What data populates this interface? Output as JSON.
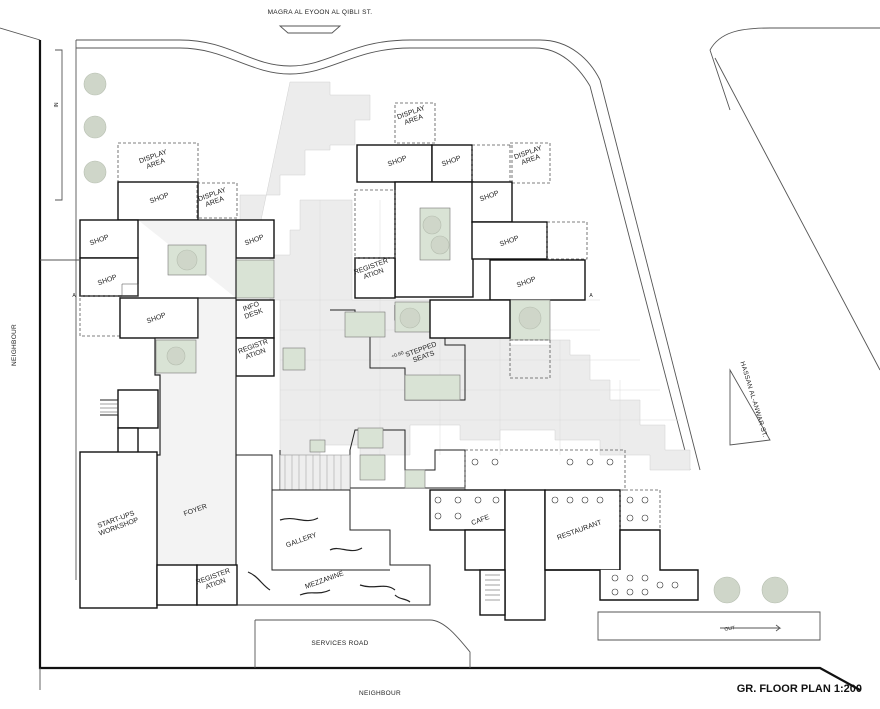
{
  "streets": {
    "north": "MAGRA AL EYOON AL QIBLI ST.",
    "east": "HASSAN AL-ANWAR ST.",
    "west": "NEIGHBOUR",
    "south": "NEIGHBOUR",
    "services_road": "SERVICES ROAD",
    "entrance_in": "IN",
    "exit_out": "OUT"
  },
  "section_marks": {
    "left": "A",
    "right": "A"
  },
  "rooms": {
    "display_area_1": "DISPLAY\nAREA",
    "display_area_2": "DISPLAY\nAREA",
    "display_area_3": "DISPLAY\nAREA",
    "display_area_4": "DISPLAY\nAREA",
    "shop_1": "SHOP",
    "shop_2": "SHOP",
    "shop_3": "SHOP",
    "shop_4": "SHOP",
    "shop_5": "SHOP",
    "shop_6": "SHOP",
    "shop_7": "SHOP",
    "shop_8": "SHOP",
    "shop_9": "SHOP",
    "shop_10": "SHOP",
    "info_desk": "INFO\nDESK",
    "registration_1": "REGISTR\nATION",
    "registration_2": "REGISTER\nATION",
    "registration_3": "REGISTER\nATION",
    "stepped_seats": "STEPPED\nSEATS",
    "level_mark": "+0.60",
    "startups_workshop": "START-UPS\nWORKSHOP",
    "foyer": "FOYER",
    "gallery": "GALLERY",
    "mezzanine": "MEZZANINE",
    "cafe": "CAFE",
    "restaurant": "RESTAURANT"
  },
  "title": "GR. FLOOR PLAN 1:200"
}
